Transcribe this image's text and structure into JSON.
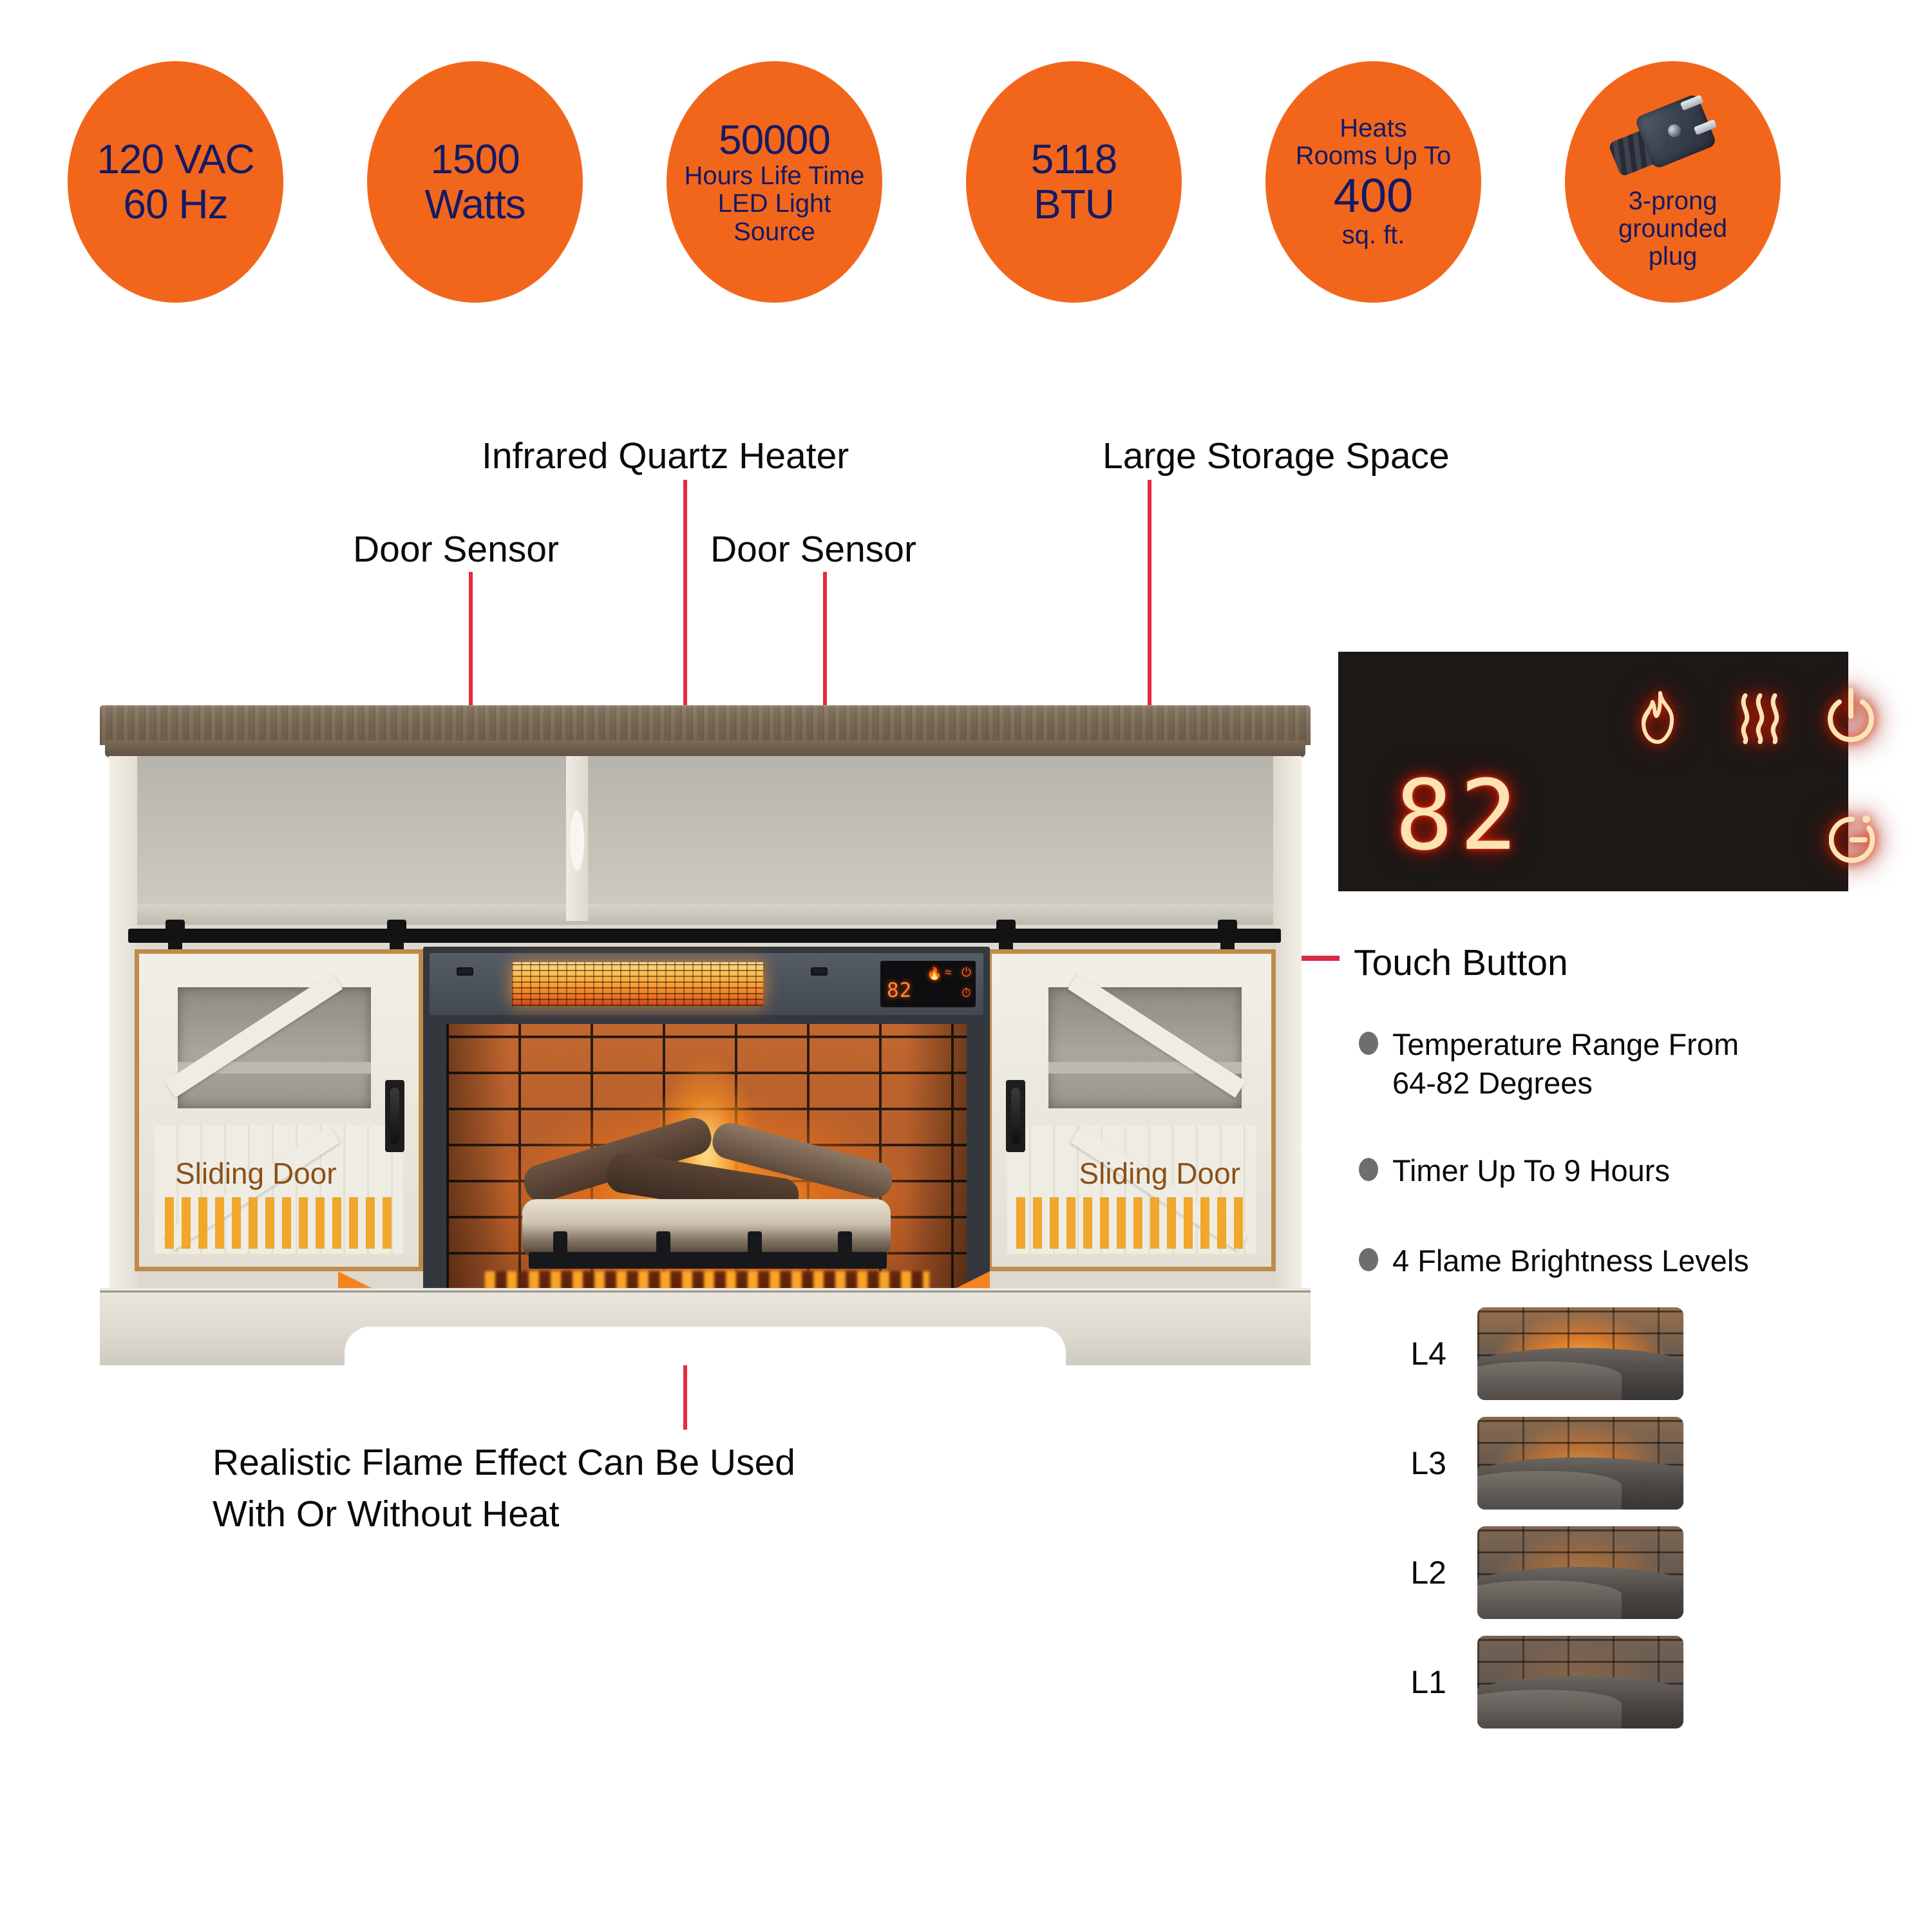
{
  "badges": [
    {
      "name": "voltage-badge",
      "lines": [
        {
          "t": "120 VAC",
          "s": "big"
        },
        {
          "t": "60 Hz",
          "s": "big"
        }
      ]
    },
    {
      "name": "wattage-badge",
      "lines": [
        {
          "t": "1500",
          "s": "big"
        },
        {
          "t": "Watts",
          "s": "big"
        }
      ]
    },
    {
      "name": "led-life-badge",
      "lines": [
        {
          "t": "50000",
          "s": "big"
        },
        {
          "t": "Hours Life Time",
          "s": "sm"
        },
        {
          "t": "LED Light",
          "s": "sm"
        },
        {
          "t": "Source",
          "s": "sm"
        }
      ]
    },
    {
      "name": "btu-badge",
      "lines": [
        {
          "t": "5118",
          "s": "big"
        },
        {
          "t": "BTU",
          "s": "big"
        }
      ]
    },
    {
      "name": "room-size-badge",
      "lines": [
        {
          "t": "Heats",
          "s": "sm"
        },
        {
          "t": "Rooms Up To",
          "s": "sm"
        },
        {
          "t": "400",
          "s": "xl"
        },
        {
          "t": "sq. ft.",
          "s": "sm"
        }
      ]
    },
    {
      "name": "plug-badge",
      "icon": "power-plug-icon",
      "lines": [
        {
          "t": "3-prong",
          "s": "sm"
        },
        {
          "t": "grounded",
          "s": "sm"
        },
        {
          "t": "plug",
          "s": "sm"
        }
      ]
    }
  ],
  "callouts": {
    "infrared_heater": "Infrared Quartz Heater",
    "door_sensor_left": "Door Sensor",
    "door_sensor_right": "Door Sensor",
    "large_storage": "Large Storage Space",
    "flame_effect_line1": "Realistic Flame Effect Can Be Used",
    "flame_effect_line2": "With Or Without Heat",
    "sliding_door_left": "Sliding Door",
    "sliding_door_right": "Sliding Door"
  },
  "panel": {
    "temperature": "82",
    "icons": [
      "flame-icon",
      "heat-waves-icon",
      "power-icon",
      "timer-icon"
    ]
  },
  "insert_panel": {
    "temperature": "82"
  },
  "touch": {
    "title": "Touch Button",
    "bullets": [
      "Temperature Range From\n64-82 Degrees",
      "Timer Up To 9 Hours",
      "4 Flame Brightness Levels"
    ]
  },
  "levels": [
    {
      "label": "L4",
      "intensity": 1.0
    },
    {
      "label": "L3",
      "intensity": 0.72
    },
    {
      "label": "L2",
      "intensity": 0.46
    },
    {
      "label": "L1",
      "intensity": 0.22
    }
  ],
  "colors": {
    "badge_fill": "#F2661C",
    "badge_text": "#141A64",
    "leader_red": "#E8293F",
    "sliding_door_text": "#8A5018",
    "sliding_door_bar": "#F0A72C",
    "arrow_orange": "#F5821F",
    "bullet_gray": "#6E6E6E",
    "display_amber": "#FBE3B4"
  }
}
